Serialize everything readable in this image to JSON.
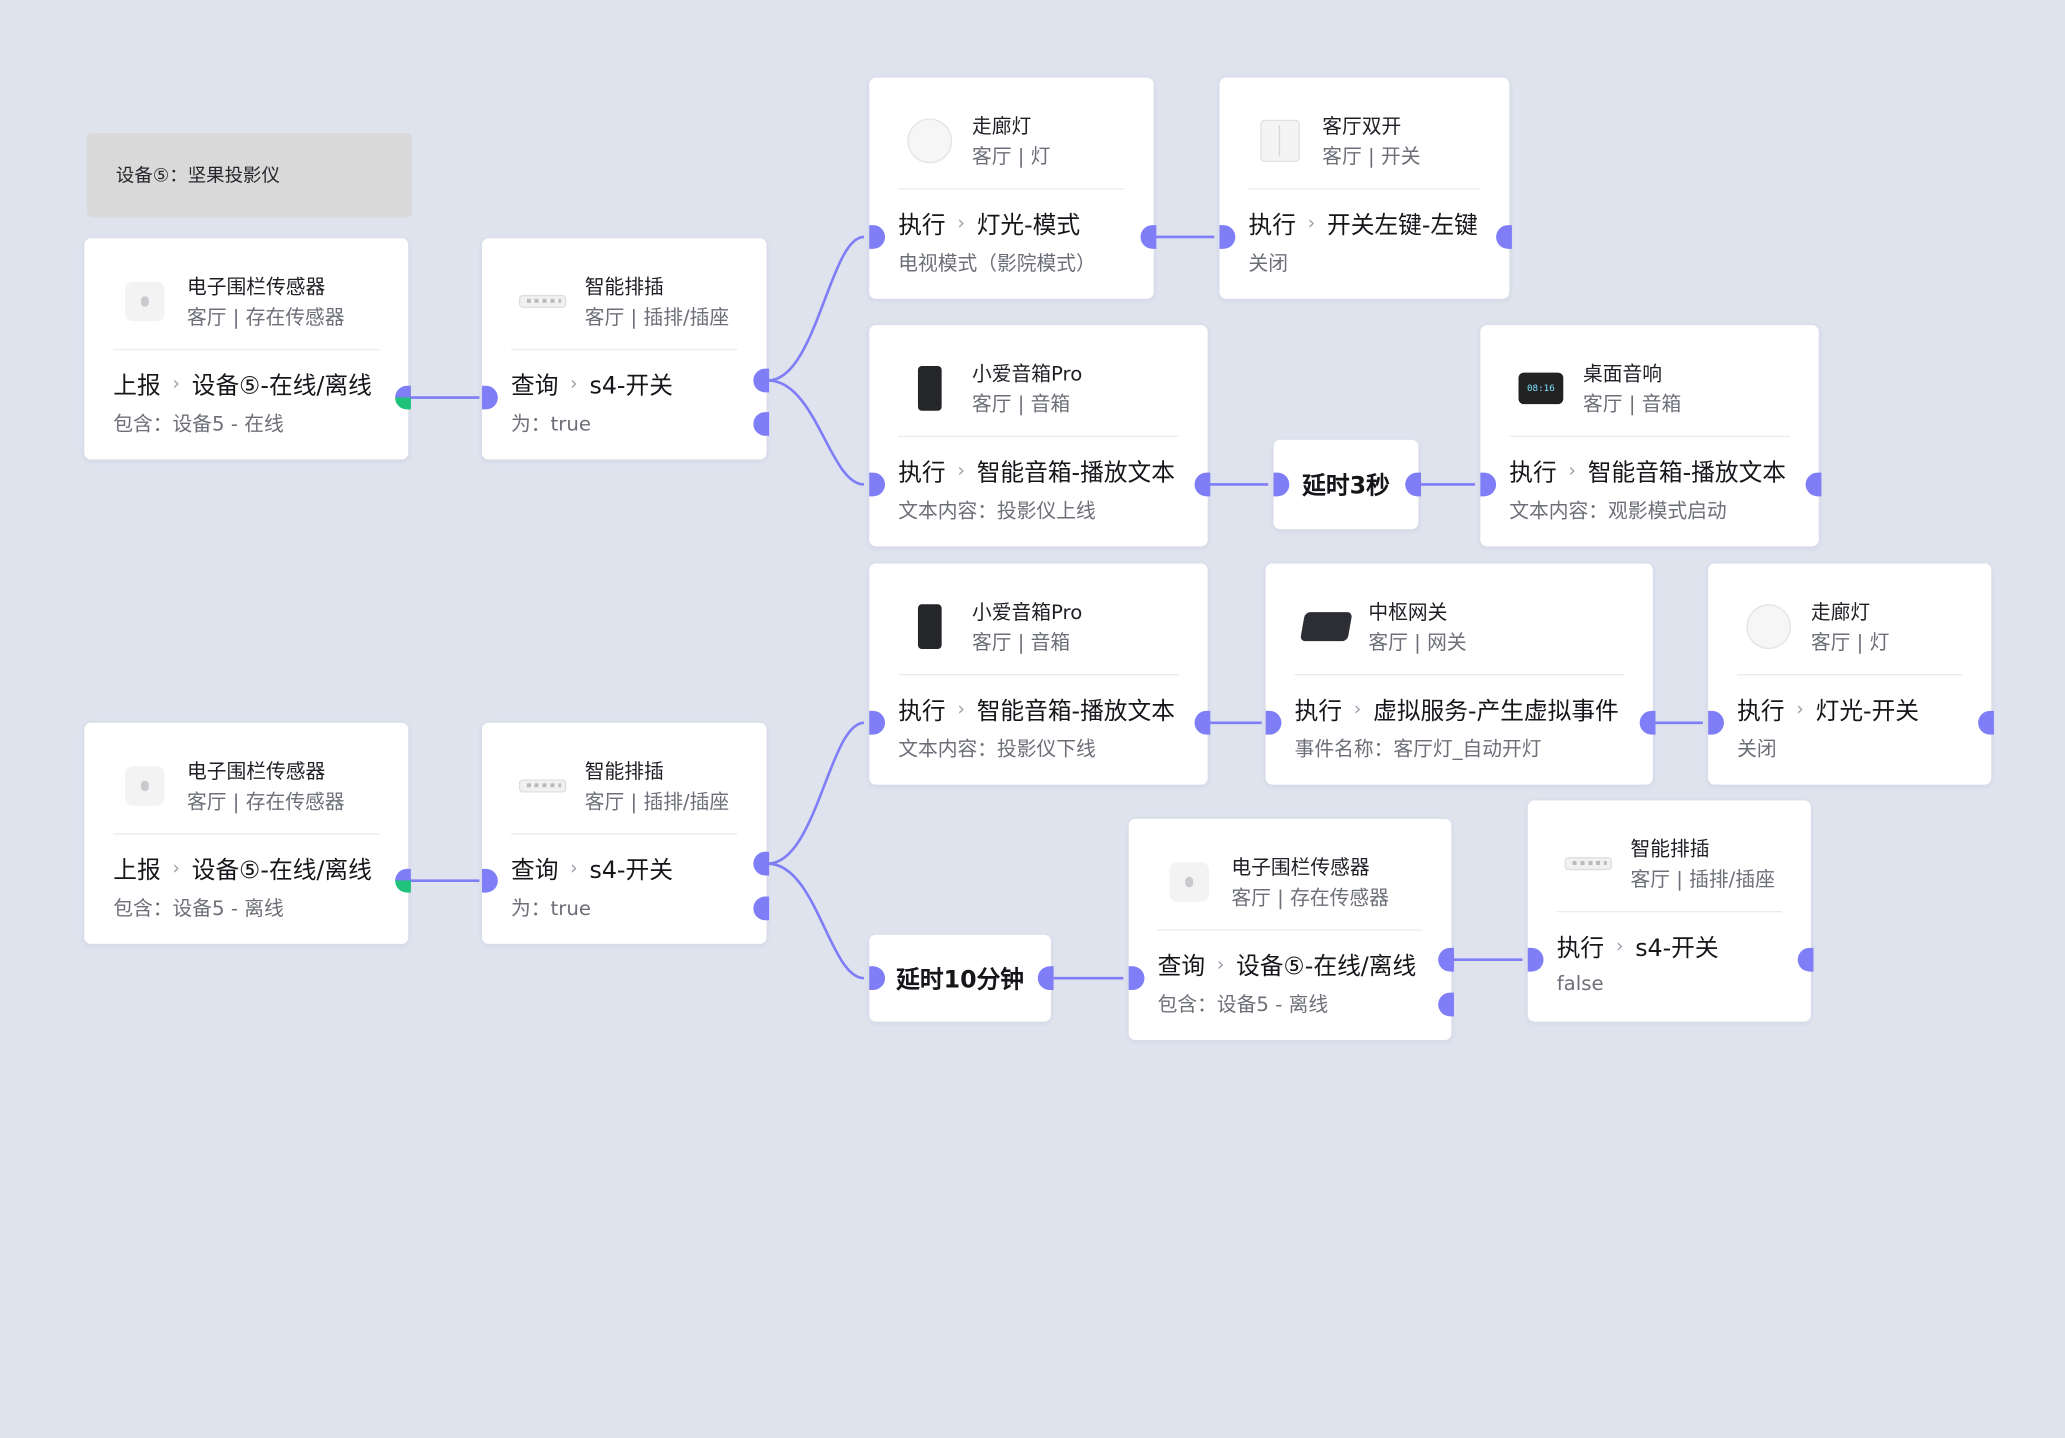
{
  "group_label": "设备⑤：坚果投影仪",
  "flow1": {
    "trigger": {
      "name": "电子围栏传感器",
      "location": "客厅 | 存在传感器",
      "verb": "上报",
      "action": "设备⑤-在线/离线",
      "detail": "包含：设备5 - 在线",
      "thumb_icon": "sensor-icon"
    },
    "query": {
      "name": "智能排插",
      "location": "客厅 | 插排/插座",
      "verb": "查询",
      "action": "s4-开关",
      "detail": "为：true",
      "thumb_icon": "power-strip-icon"
    },
    "light": {
      "name": "走廊灯",
      "location": "客厅 | 灯",
      "verb": "执行",
      "action": "灯光-模式",
      "detail": "电视模式（影院模式）",
      "thumb_icon": "lamp-icon"
    },
    "switch": {
      "name": "客厅双开",
      "location": "客厅 | 开关",
      "verb": "执行",
      "action": "开关左键-左键",
      "detail": "关闭",
      "thumb_icon": "switch-icon"
    },
    "speaker": {
      "name": "小爱音箱Pro",
      "location": "客厅 | 音箱",
      "verb": "执行",
      "action": "智能音箱-播放文本",
      "detail": "文本内容：投影仪上线",
      "thumb_icon": "speaker-icon"
    },
    "delay": "延时3秒",
    "desk_speaker": {
      "name": "桌面音响",
      "location": "客厅 | 音箱",
      "verb": "执行",
      "action": "智能音箱-播放文本",
      "detail": "文本内容：观影模式启动",
      "thumb_icon": "clock-speaker-icon",
      "screen_text": "08:16"
    }
  },
  "flow2": {
    "trigger": {
      "name": "电子围栏传感器",
      "location": "客厅 | 存在传感器",
      "verb": "上报",
      "action": "设备⑤-在线/离线",
      "detail": "包含：设备5 - 离线",
      "thumb_icon": "sensor-icon"
    },
    "query": {
      "name": "智能排插",
      "location": "客厅 | 插排/插座",
      "verb": "查询",
      "action": "s4-开关",
      "detail": "为：true",
      "thumb_icon": "power-strip-icon"
    },
    "speaker": {
      "name": "小爱音箱Pro",
      "location": "客厅 | 音箱",
      "verb": "执行",
      "action": "智能音箱-播放文本",
      "detail": "文本内容：投影仪下线",
      "thumb_icon": "speaker-icon"
    },
    "gateway": {
      "name": "中枢网关",
      "location": "客厅 | 网关",
      "verb": "执行",
      "action": "虚拟服务-产生虚拟事件",
      "detail": "事件名称：客厅灯_自动开灯",
      "thumb_icon": "gateway-icon"
    },
    "light": {
      "name": "走廊灯",
      "location": "客厅 | 灯",
      "verb": "执行",
      "action": "灯光-开关",
      "detail": "关闭",
      "thumb_icon": "lamp-icon"
    },
    "delay": "延时10分钟",
    "sensor_query": {
      "name": "电子围栏传感器",
      "location": "客厅 | 存在传感器",
      "verb": "查询",
      "action": "设备⑤-在线/离线",
      "detail": "包含：设备5 - 离线",
      "thumb_icon": "sensor-icon"
    },
    "strip_exec": {
      "name": "智能排插",
      "location": "客厅 | 插排/插座",
      "verb": "执行",
      "action": "s4-开关",
      "detail": "false",
      "thumb_icon": "power-strip-icon"
    }
  },
  "colors": {
    "background": "#dfe3ee",
    "edge": "#7f7ef6",
    "port": "#7f7ef6",
    "port_true": "#1fc27a"
  }
}
